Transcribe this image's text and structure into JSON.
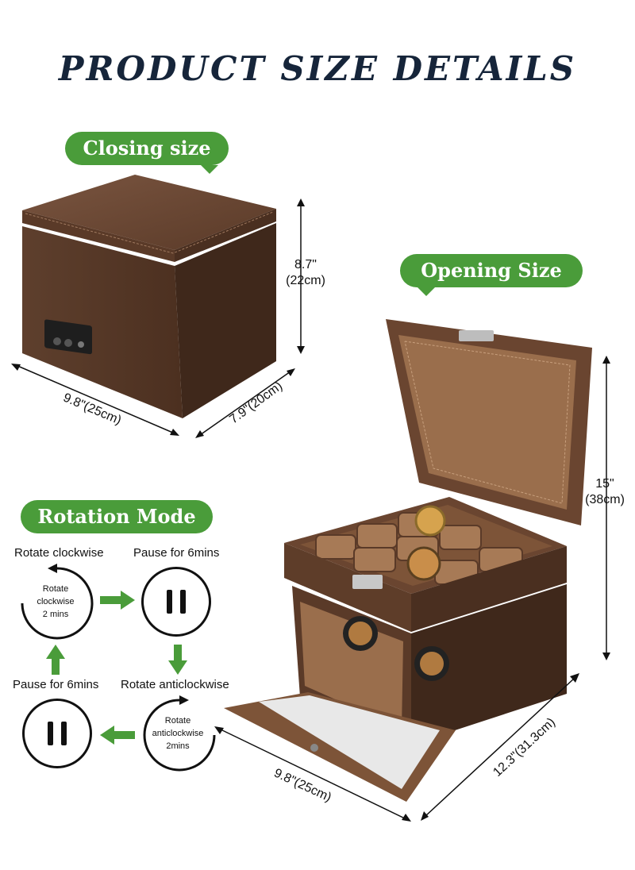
{
  "page": {
    "title": "PRODUCT SIZE DETAILS"
  },
  "closing": {
    "label": "Closing size",
    "height": "8.7\"",
    "height_cm": "(22cm)",
    "width": "9.8\"(25cm)",
    "depth": "7.9\"(20cm)"
  },
  "opening": {
    "label": "Opening Size",
    "height": "15\"",
    "height_cm": "(38cm)",
    "width": "9.8\"(25cm)",
    "depth": "12.3\"(31.3cm)"
  },
  "rotation": {
    "label": "Rotation Mode",
    "steps": [
      {
        "title": "Rotate clockwise",
        "inner": [
          "Rotate",
          "clockwise",
          "2 mins"
        ]
      },
      {
        "title": "Pause for 6mins"
      },
      {
        "title": "Rotate anticlockwise",
        "inner": [
          "Rotate",
          "anticlockwise",
          "2mins"
        ]
      },
      {
        "title": "Pause for 6mins"
      }
    ]
  },
  "colors": {
    "accent_green": "#4a9c3a",
    "title_navy": "#16253a",
    "leather_brown": "#6a4530",
    "suede_tan": "#9a6e4c"
  },
  "icons": [
    "pause-icon",
    "arrow-right-icon",
    "arrow-down-icon",
    "arrow-left-icon",
    "arrow-up-icon",
    "dimension-arrow-icon"
  ]
}
